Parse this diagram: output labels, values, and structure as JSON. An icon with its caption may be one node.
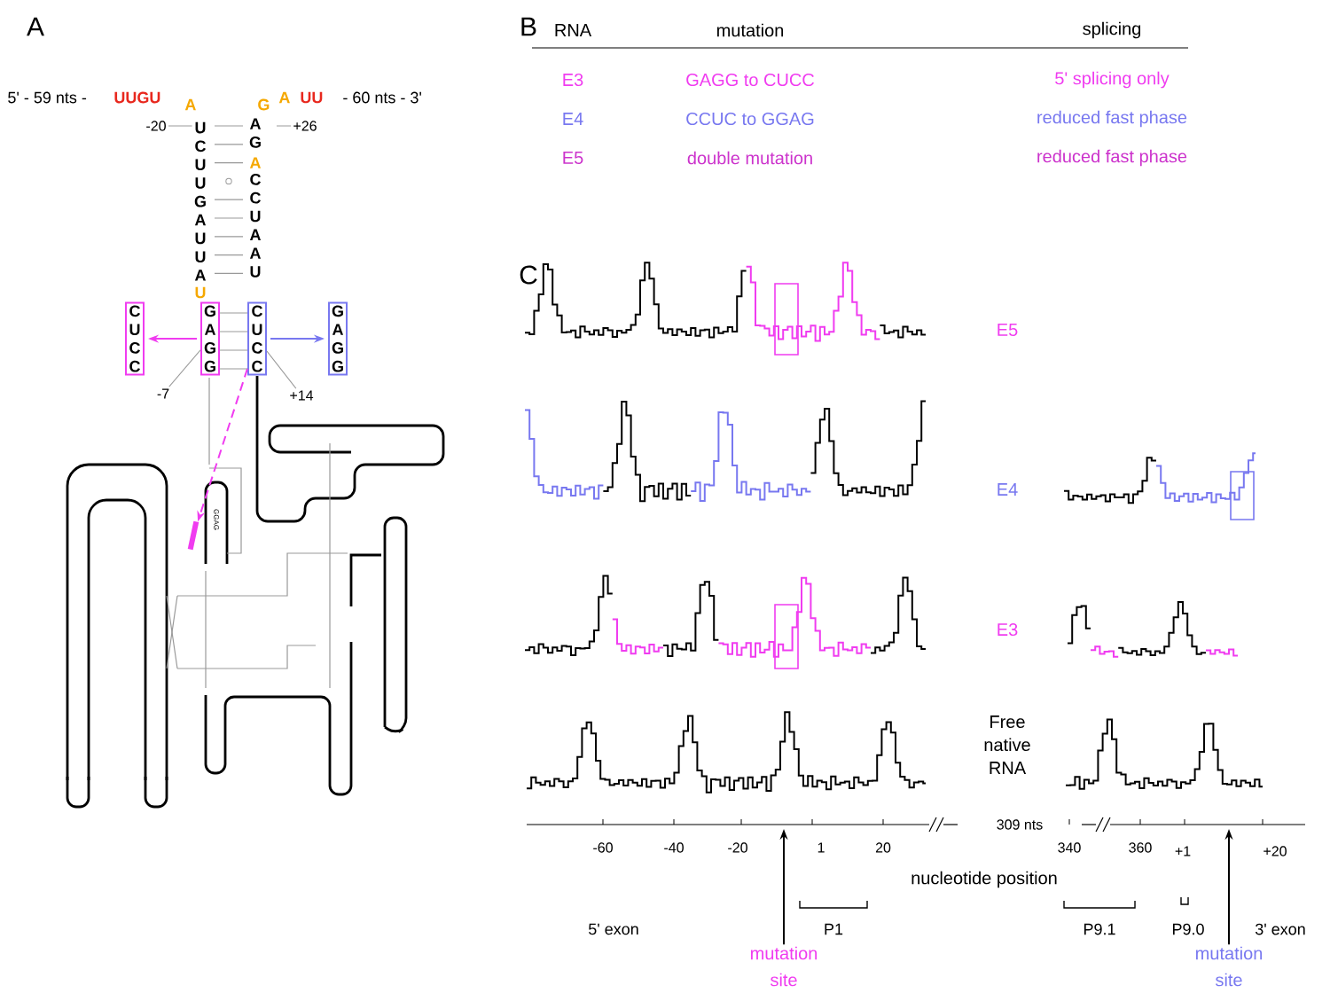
{
  "diagram": {
    "nodes": [
      {
        "text": [
          "C U C C"
        ]
      },
      {
        "text": [
          "G A G G"
        ]
      },
      {
        "text": [
          "C U C C"
        ]
      },
      {
        "text": [
          "G A G G"
        ]
      },
      {
        "text": [],
        "shape": "bar"
      },
      {
        "text": [
          "-20"
        ]
      },
      {
        "text": [
          "+26"
        ]
      },
      {
        "text": [
          "-7"
        ]
      },
      {
        "text": [
          "+14"
        ]
      },
      {
        "text": [
          "mutation site"
        ]
      },
      {
        "text": [
          "mutation site"
        ]
      },
      {
        "text": [
          "U C U U G A U U A"
        ]
      }
    ],
    "edges": [
      {
        "from": 1,
        "to": 0,
        "arrow": "to",
        "color": "#f03cf0"
      },
      {
        "from": 2,
        "to": 3,
        "arrow": "to",
        "color": "#7878f0"
      },
      {
        "from": 2,
        "to": 4,
        "arrow": "to",
        "style": "dashed",
        "color": "#f03cf0"
      },
      {
        "from": 5,
        "to": 11,
        "arrow": "none",
        "color": "#999999"
      },
      {
        "from": 6,
        "to": null,
        "arrow": "none",
        "color": "#999999"
      },
      {
        "from": 7,
        "to": 1,
        "arrow": "none",
        "color": "#999999"
      },
      {
        "from": 8,
        "to": 2,
        "arrow": "none",
        "color": "#999999"
      },
      {
        "from": 9,
        "to": null,
        "arrow": "to",
        "color": "#000000"
      },
      {
        "from": 10,
        "to": null,
        "arrow": "to",
        "color": "#000000"
      },
      {
        "from": 1,
        "to": 2,
        "arrow": "none",
        "color": "#999999"
      },
      {
        "from": 1,
        "to": 2,
        "arrow": "none",
        "color": "#999999"
      },
      {
        "from": 1,
        "to": 2,
        "arrow": "none",
        "color": "#999999"
      },
      {
        "from": 1,
        "to": 2,
        "arrow": "none",
        "color": "#999999"
      }
    ],
    "labels": [
      "A",
      "5' - 59 nts -",
      "UUGU",
      "A",
      "G",
      "A",
      "UU",
      "- 60 nts - 3'",
      "A G",
      "A",
      "C C U A A U",
      "U",
      "B",
      "RNA",
      "mutation",
      "splicing",
      "E3",
      "GAGG to CUCC",
      "5' splicing only",
      "E4",
      "CCUC to GGAG",
      "reduced fast phase",
      "E5",
      "double mutation",
      "reduced fast phase",
      "C",
      "GGAG",
      "E5",
      "E4",
      "E3",
      "Free native RNA",
      "-60",
      "-40",
      "-20",
      "1",
      "20",
      "309 nts",
      "340",
      "360",
      "+1",
      "+20",
      "nucleotide position",
      "5' exon",
      "P1",
      "P9.1",
      "P9.0",
      "3' exon"
    ]
  }
}
